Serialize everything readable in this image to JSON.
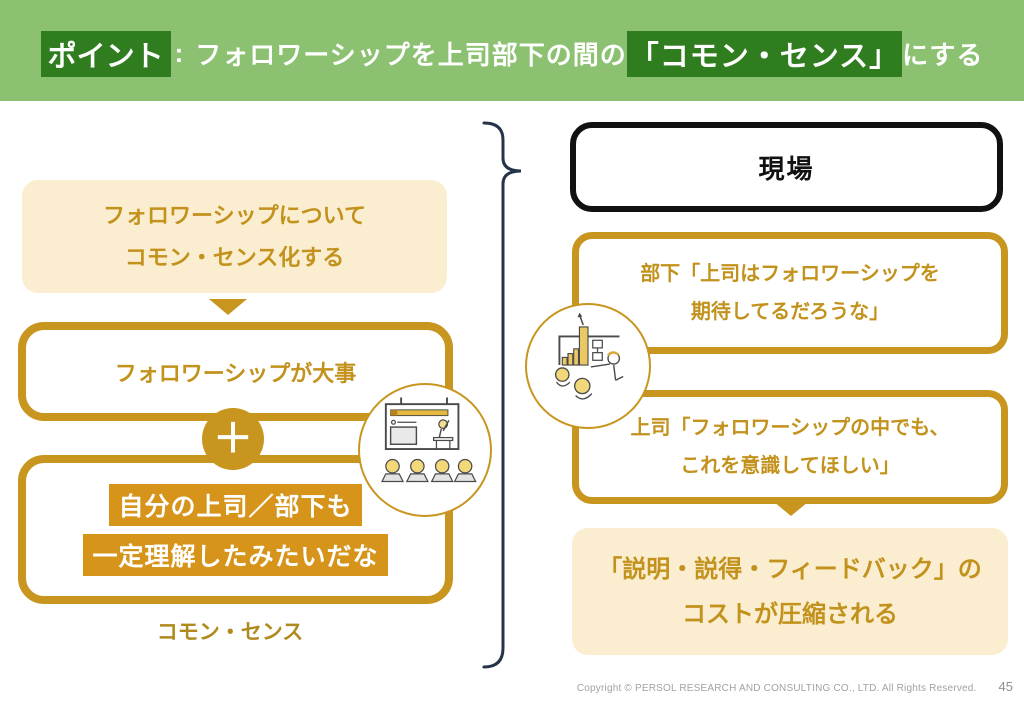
{
  "colors": {
    "green_bar": "#8dc172",
    "green_dark": "#2f7d1f",
    "gold_border": "#c8951f",
    "gold_text": "#c2921c",
    "amber_highlight": "#d6951a",
    "cream": "#fbeed0",
    "navy_brace": "#253449",
    "black_border": "#111111"
  },
  "header": {
    "badge": "ポイント",
    "colon": ":",
    "title_pre": "フォロワーシップを上司部下の間の",
    "title_highlight": "「コモン・センス」",
    "title_post": "にする"
  },
  "left": {
    "premise_box": {
      "line1": "フォロワーシップについて",
      "line2": "コモン・センス化する"
    },
    "belief_box": {
      "text": "フォロワーシップが大事"
    },
    "plus_symbol": "＋",
    "mutual_box": {
      "line1": "自分の上司／部下も",
      "line2": "一定理解したみたいだな"
    },
    "caption": "コモン・センス"
  },
  "right": {
    "site_box": {
      "label": "現場"
    },
    "subordinate_box": {
      "line1": "部下「上司はフォロワーシップを",
      "line2": "期待してるだろうな」"
    },
    "boss_box": {
      "line1": "上司「フォロワーシップの中でも、",
      "line2": "これを意識してほしい」"
    },
    "result_box": {
      "line1": "「説明・説得・フィードバック」の",
      "line2": "コストが圧縮される"
    }
  },
  "icons": {
    "presentation_scene": "presentation-scene-icon",
    "discussion_scene": "discussion-scene-icon",
    "brace": "curly-brace-icon"
  },
  "footer": {
    "copyright": "Copyright © PERSOL RESEARCH AND CONSULTING CO., LTD. All Rights Reserved.",
    "page_number": "45"
  }
}
